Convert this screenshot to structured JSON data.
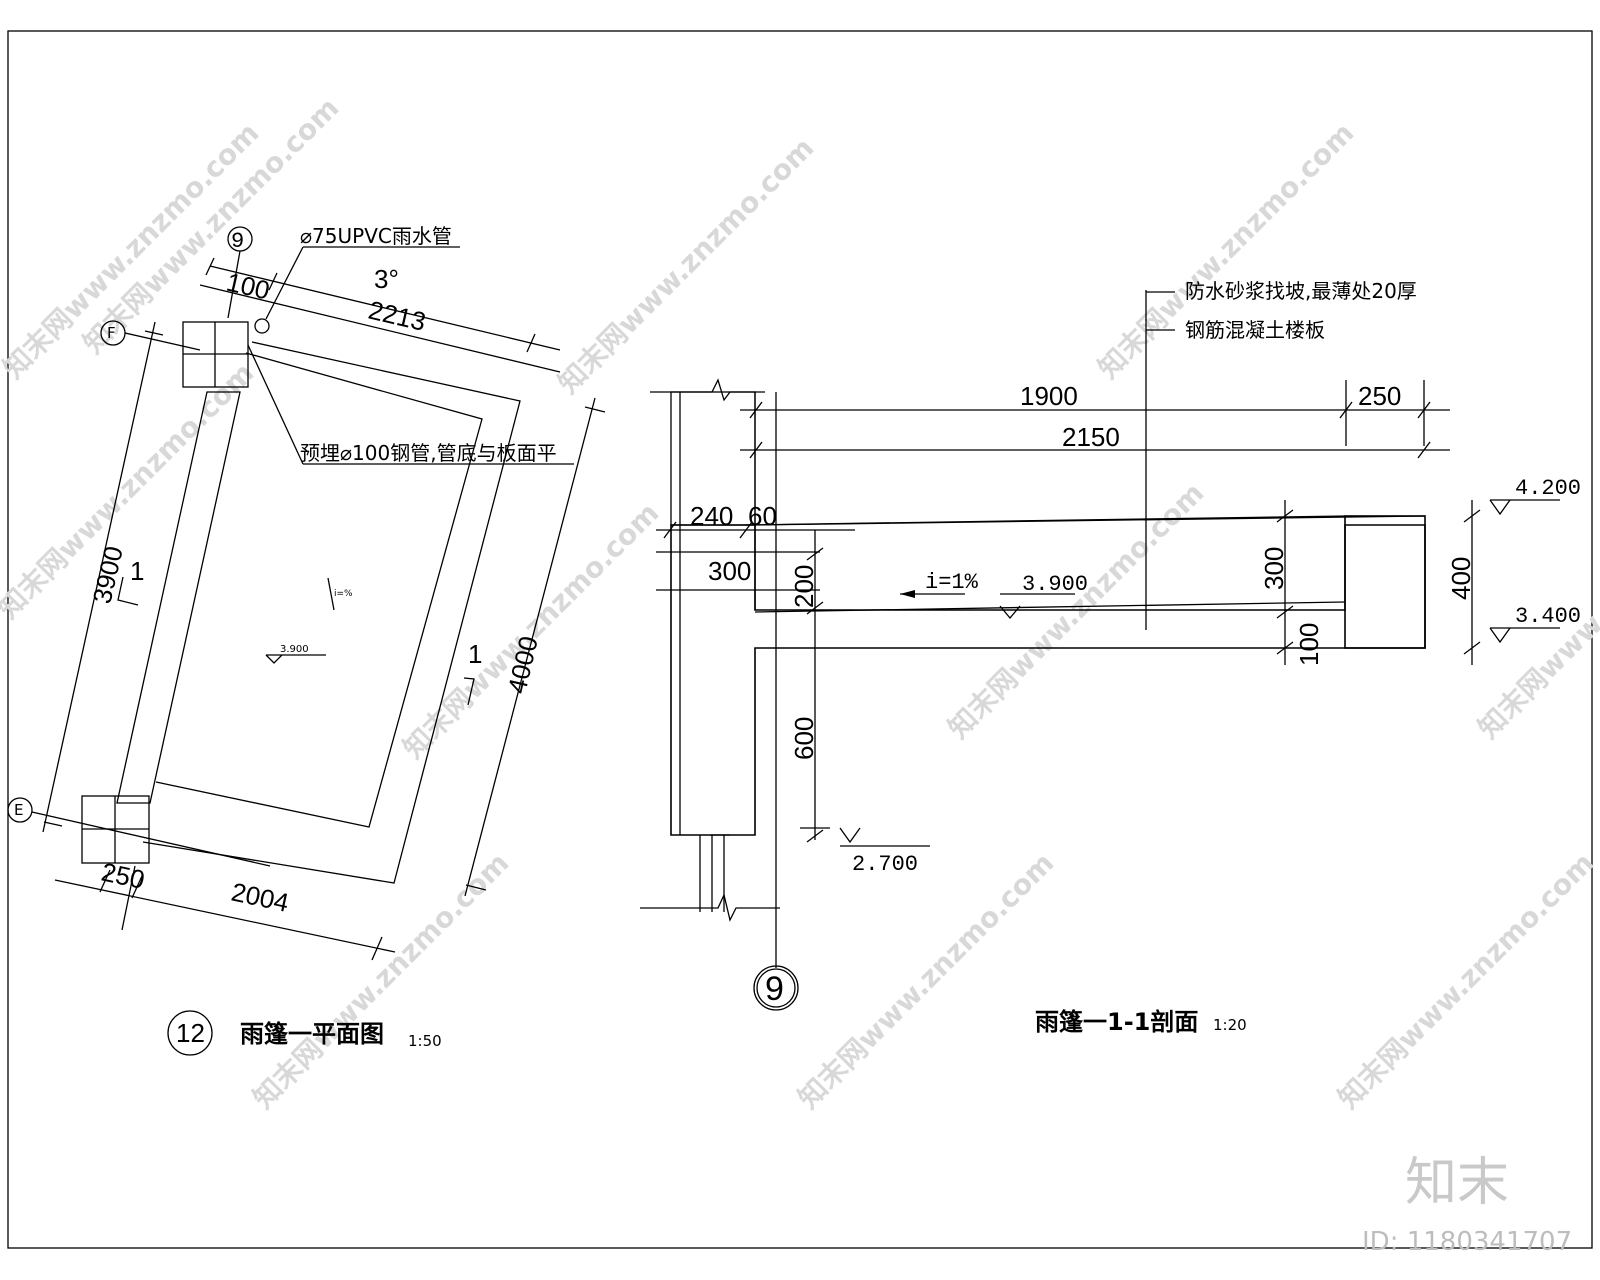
{
  "watermark": {
    "text": "知末网www.znzmo.com",
    "logo": "知末",
    "id": "ID: 1180341707"
  },
  "plan": {
    "title": "雨篷一平面图",
    "scale": "1:50",
    "index_number": "12",
    "axis_9": "9",
    "axis_F": "F",
    "axis_E": "E",
    "pipe_note": "⌀75UPVC雨水管",
    "embed_note": "预埋⌀100钢管,管底与板面平",
    "angle": "3°",
    "dim_100": "100",
    "dim_2213": "2213",
    "dim_3900": "3900",
    "dim_4000": "4000",
    "dim_2004": "2004",
    "dim_250": "250",
    "section_mark": "1",
    "slope": "i=%",
    "elev": "3.900"
  },
  "section": {
    "title": "雨篷一1-1剖面",
    "scale": "1:20",
    "axis_9": "9",
    "note_mortar": "防水砂浆找坡,最薄处20厚",
    "note_slab": "钢筋混凝土楼板",
    "dim_1900": "1900",
    "dim_250": "250",
    "dim_2150": "2150",
    "dim_240": "240",
    "dim_60": "60",
    "dim_300a": "300",
    "dim_200": "200",
    "dim_600": "600",
    "dim_300b": "300",
    "dim_100": "100",
    "dim_400": "400",
    "slope": "i=1%",
    "elev_3900": "3.900",
    "elev_4200": "4.200",
    "elev_3400": "3.400",
    "elev_2700": "2.700"
  }
}
